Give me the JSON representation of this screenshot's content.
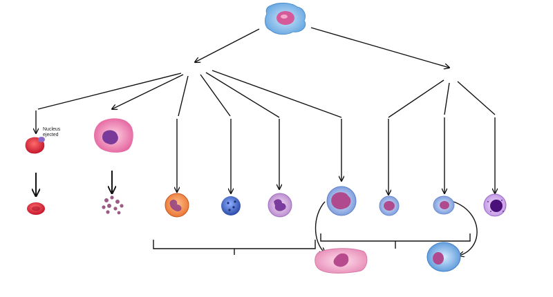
{
  "diagram": {
    "annotations": {
      "nucleus_label_line1": "Nucleus",
      "nucleus_label_line2": "ejected"
    },
    "cells": [
      {
        "id": "stem-cell",
        "kind": "hematopoietic stem cell"
      },
      {
        "id": "erythroblast",
        "kind": "erythroblast with nucleus ejected"
      },
      {
        "id": "red-blood-cell",
        "kind": "erythrocyte"
      },
      {
        "id": "megakaryocyte",
        "kind": "megakaryocyte"
      },
      {
        "id": "platelets",
        "kind": "platelets"
      },
      {
        "id": "eosinophil",
        "kind": "eosinophil"
      },
      {
        "id": "basophil",
        "kind": "basophil"
      },
      {
        "id": "neutrophil",
        "kind": "neutrophil"
      },
      {
        "id": "monocyte",
        "kind": "monocyte"
      },
      {
        "id": "lymphocyte-1",
        "kind": "lymphocyte"
      },
      {
        "id": "lymphocyte-2",
        "kind": "lymphocyte"
      },
      {
        "id": "plasma-cell",
        "kind": "plasma cell"
      },
      {
        "id": "macrophage",
        "kind": "macrophage"
      },
      {
        "id": "activated-lymphocyte",
        "kind": "activated cell"
      }
    ],
    "colors": {
      "line": "#111111",
      "stem_body": "#7fb6e6",
      "rbc": "#d8283a",
      "megakaryocyte": "#e86fa6",
      "eosinophil": "#f08a4a",
      "basophil": "#3f63c9",
      "neutrophil": "#c98fd6",
      "monocyte": "#8aa7e0",
      "plasma_cell": "#8c2db0",
      "macrophage": "#e98fb8",
      "nucleus": "#c04a8a"
    }
  }
}
